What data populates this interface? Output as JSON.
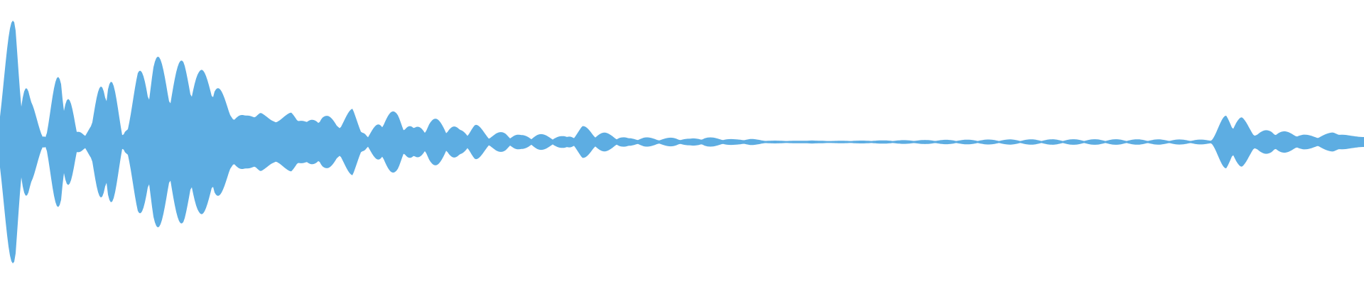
{
  "waveform": {
    "color": "#5DADE2",
    "background": "#FFFFFF",
    "envelope": [
      0.52,
      0.98,
      0.3,
      0.05,
      0.72,
      0.08,
      0.15,
      0.82,
      0.05,
      0.62,
      0.88,
      0.72,
      0.9,
      0.85,
      0.88,
      0.45,
      0.42,
      0.55,
      0.4,
      0.52,
      0.3,
      0.4,
      0.25,
      0.38,
      0.05,
      0.3,
      0.28,
      0.12,
      0.2,
      0.18,
      0.1,
      0.14,
      0.06,
      0.08,
      0.05,
      0.06,
      0.05,
      0.04,
      0.12,
      0.08,
      0.06,
      0.03,
      0.04,
      0.03,
      0.04,
      0.03,
      0.05,
      0.04,
      0.03,
      0.04,
      0.02,
      0.02,
      0.02,
      0.03,
      0.02,
      0.02,
      0.02,
      0.02,
      0.02,
      0.02,
      0.02,
      0.02,
      0.02,
      0.02,
      0.02,
      0.02,
      0.02,
      0.02,
      0.02,
      0.02,
      0.02,
      0.02,
      0.02,
      0.02,
      0.02,
      0.02,
      0.02,
      0.02,
      0.02,
      0.02,
      0.26,
      0.24,
      0.1,
      0.14,
      0.12,
      0.1,
      0.08,
      0.16,
      0.12,
      0.1
    ]
  }
}
